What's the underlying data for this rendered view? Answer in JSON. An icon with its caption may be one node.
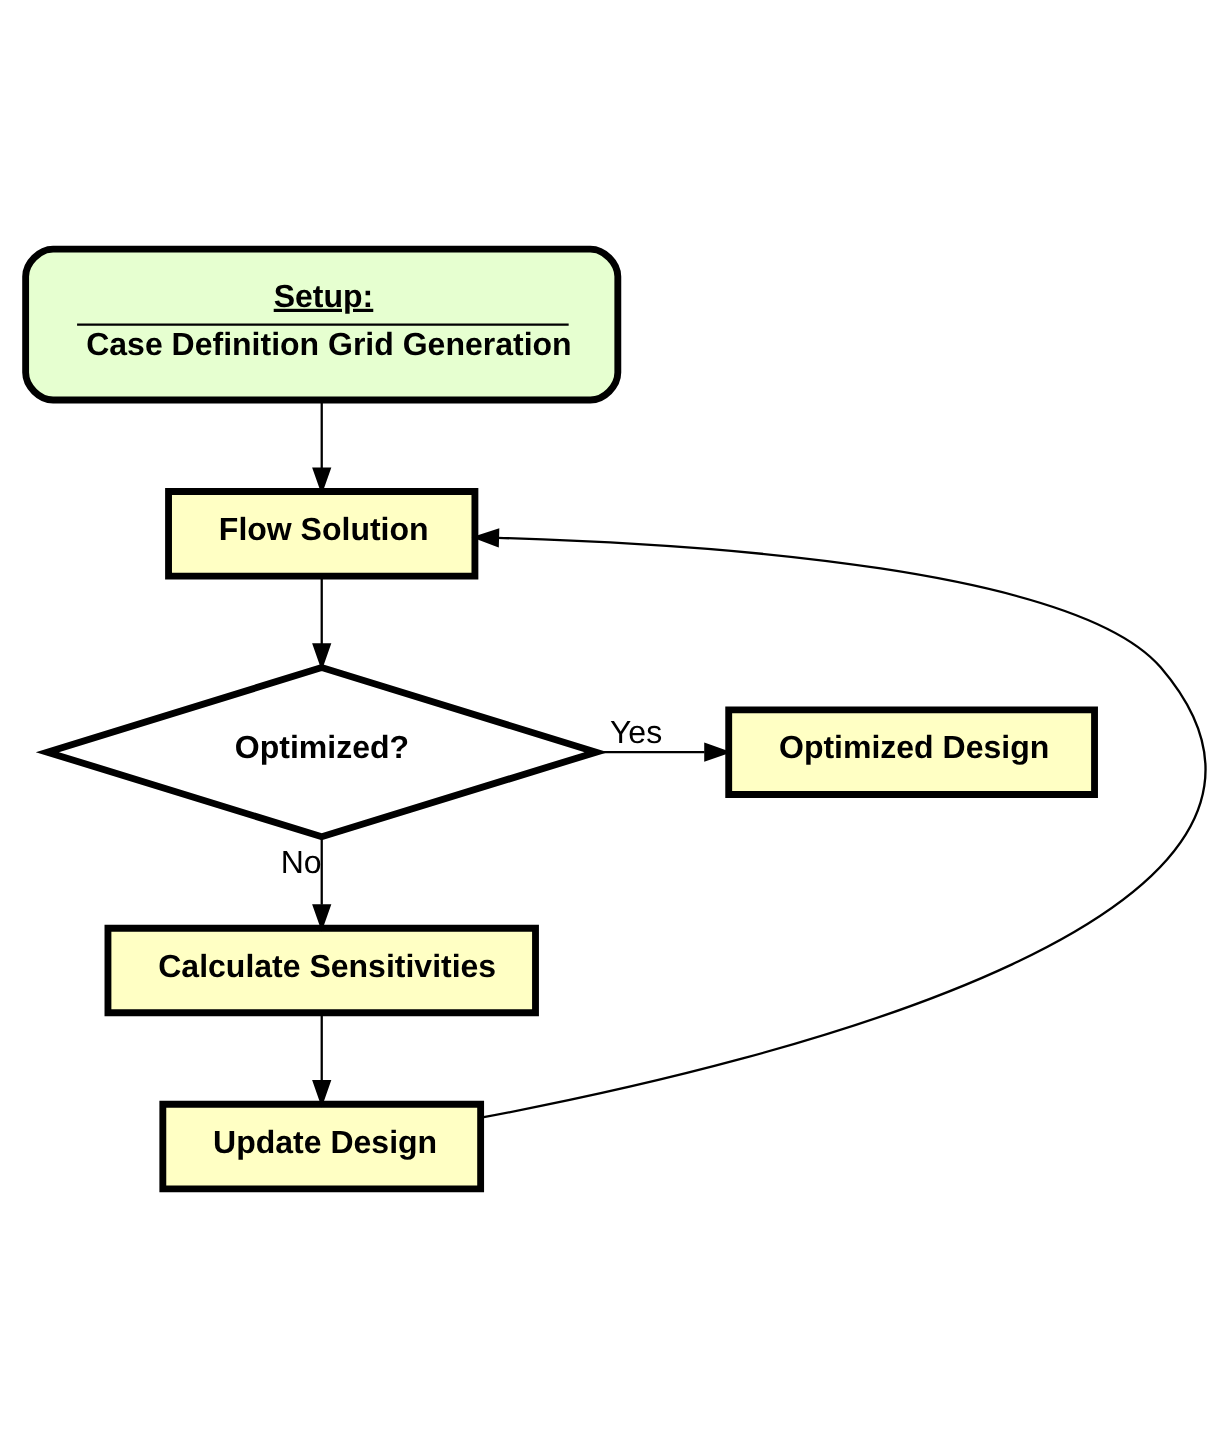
{
  "diagram": {
    "nodes": [
      {
        "text": [
          "Setup:",
          "Case Definition Grid Generation"
        ]
      },
      {
        "text": [
          "Flow Solution"
        ]
      },
      {
        "text": [
          "Optimized?"
        ]
      },
      {
        "text": [
          "Optimized Design"
        ]
      },
      {
        "text": [
          "Calculate Sensitivities"
        ]
      },
      {
        "text": [
          "Update Design"
        ]
      }
    ],
    "edges": [
      {
        "from": 0,
        "to": 1,
        "arrow": "to"
      },
      {
        "from": 1,
        "to": 2,
        "arrow": "to"
      },
      {
        "from": 2,
        "to": 3,
        "arrow": "to",
        "label": "Yes"
      },
      {
        "from": 2,
        "to": 4,
        "arrow": "to",
        "label": "No"
      },
      {
        "from": 4,
        "to": 5,
        "arrow": "to"
      },
      {
        "from": 5,
        "to": 1,
        "arrow": "to"
      }
    ]
  }
}
